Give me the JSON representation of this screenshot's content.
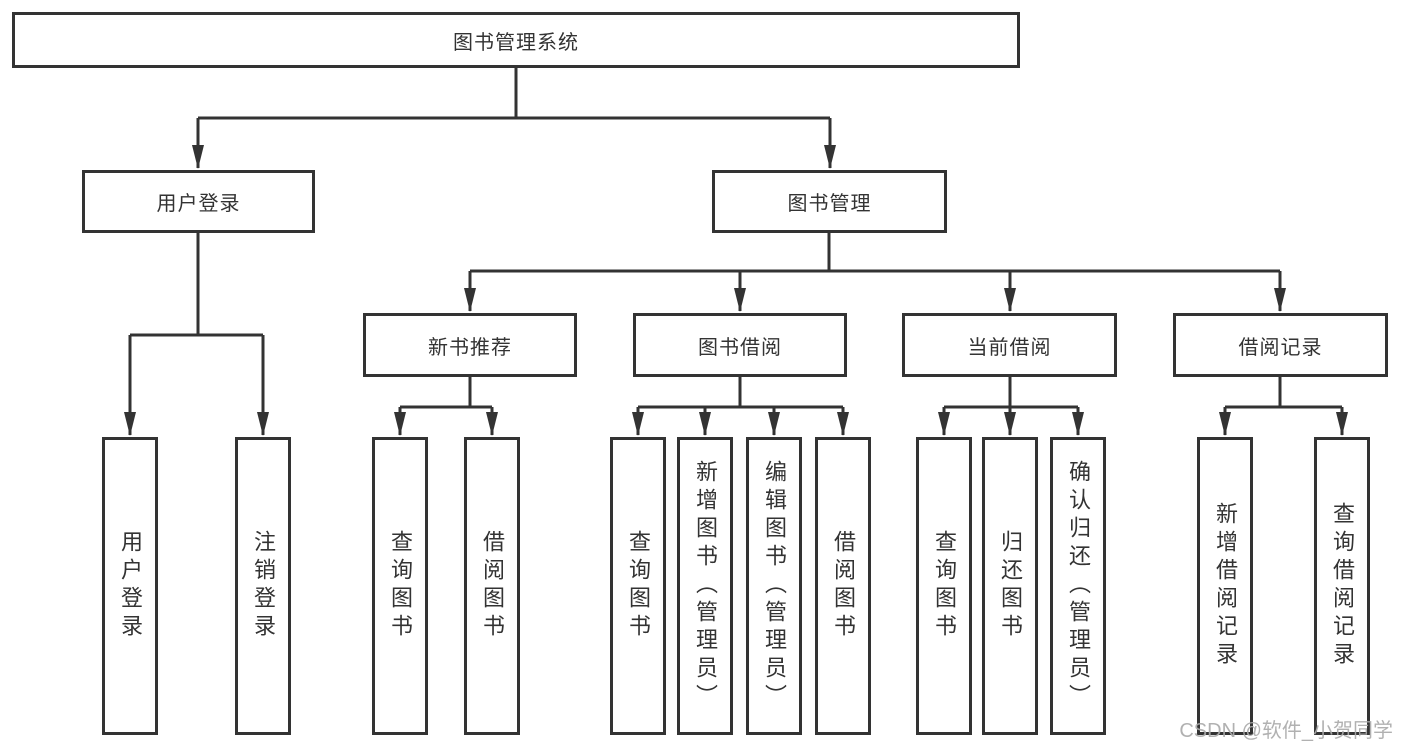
{
  "diagram": {
    "type": "hierarchy-tree",
    "title": "图书管理系统",
    "colors": {
      "line": "#333333",
      "border": "#333333",
      "background": "#ffffff",
      "text": "#333333",
      "watermark": "#ababab"
    },
    "watermark": {
      "text": "CSDN @软件_小贺同学"
    },
    "nodes": {
      "root": {
        "label": "图书管理系统"
      },
      "level2": [
        {
          "label": "用户登录",
          "parent": "图书管理系统"
        },
        {
          "label": "图书管理",
          "parent": "图书管理系统"
        }
      ],
      "level3": [
        {
          "label": "新书推荐",
          "parent": "图书管理"
        },
        {
          "label": "图书借阅",
          "parent": "图书管理"
        },
        {
          "label": "当前借阅",
          "parent": "图书管理"
        },
        {
          "label": "借阅记录",
          "parent": "图书管理"
        }
      ],
      "leaves": [
        {
          "label": "用户登录",
          "parent": "用户登录"
        },
        {
          "label": "注销登录",
          "parent": "用户登录"
        },
        {
          "label": "查询图书",
          "parent": "新书推荐"
        },
        {
          "label": "借阅图书",
          "parent": "新书推荐"
        },
        {
          "label": "查询图书",
          "parent": "图书借阅"
        },
        {
          "label": "新增图书（管理员）",
          "parent": "图书借阅"
        },
        {
          "label": "编辑图书（管理员）",
          "parent": "图书借阅"
        },
        {
          "label": "借阅图书",
          "parent": "图书借阅"
        },
        {
          "label": "查询图书",
          "parent": "当前借阅"
        },
        {
          "label": "归还图书",
          "parent": "当前借阅"
        },
        {
          "label": "确认归还（管理员）",
          "parent": "当前借阅"
        },
        {
          "label": "新增借阅记录",
          "parent": "借阅记录"
        },
        {
          "label": "查询借阅记录",
          "parent": "借阅记录"
        }
      ]
    }
  }
}
